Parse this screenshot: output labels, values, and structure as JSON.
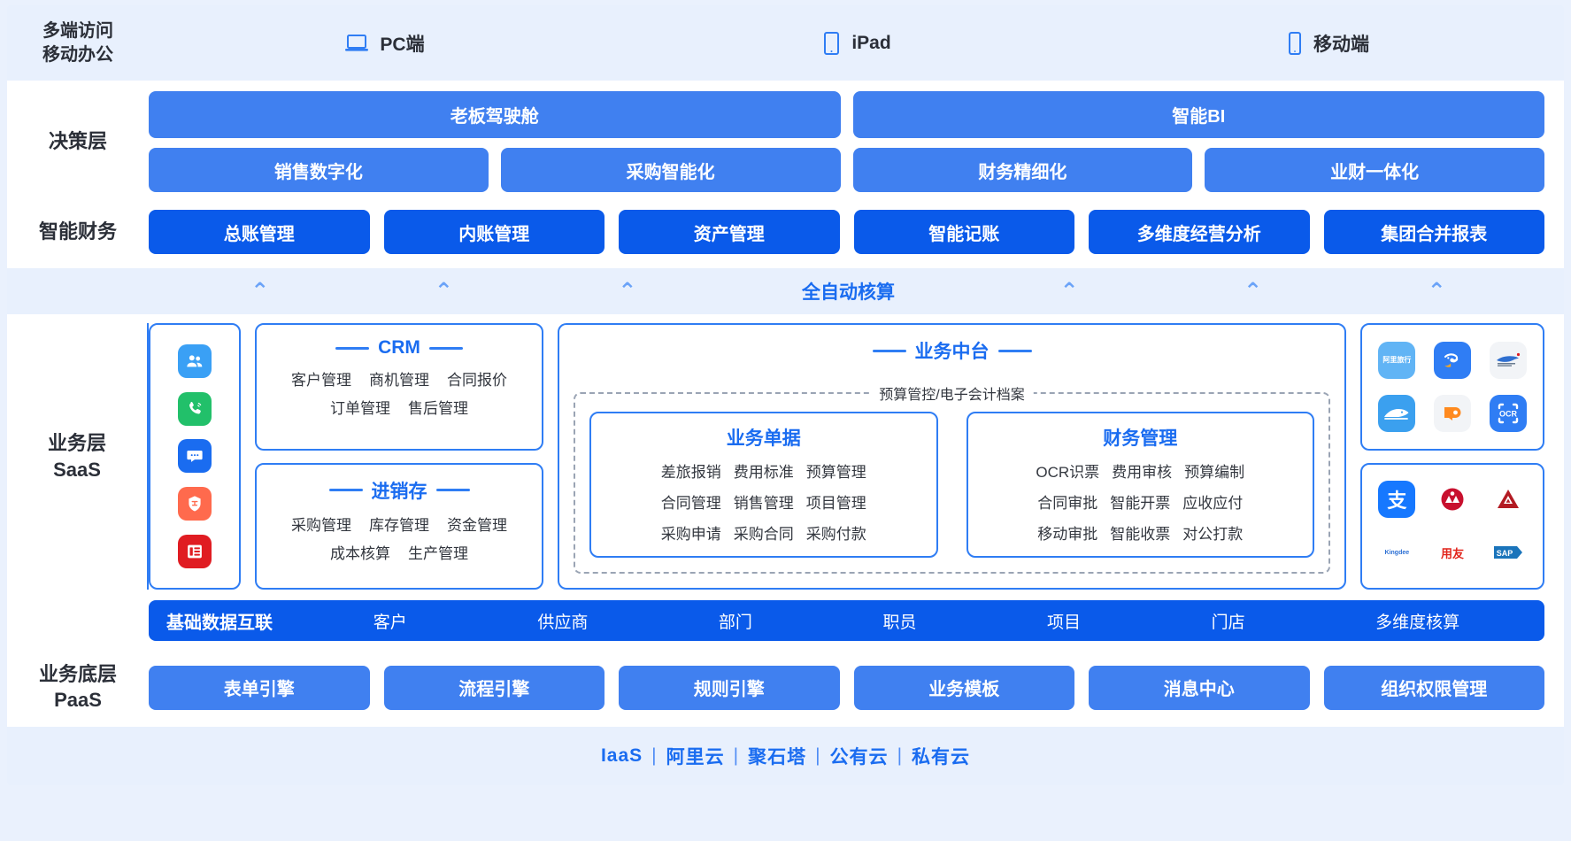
{
  "colors": {
    "accent_light": "#4080f0",
    "accent_strong": "#0a5aea",
    "panel_bg": "#e8f0fd",
    "page_bg": "#eaf1fd",
    "border_blue": "#2f7df4",
    "text_blue": "#1a6cf0"
  },
  "topbar": {
    "label_line1": "多端访问",
    "label_line2": "移动办公",
    "terminals": [
      {
        "icon": "laptop-icon",
        "label": "PC端"
      },
      {
        "icon": "tablet-icon",
        "label": "iPad"
      },
      {
        "icon": "phone-icon",
        "label": "移动端"
      }
    ]
  },
  "decision": {
    "label": "决策层",
    "top_row": [
      "老板驾驶舱",
      "智能BI"
    ],
    "sub_row": [
      "销售数字化",
      "采购智能化",
      "财务精细化",
      "业财一体化"
    ]
  },
  "finance": {
    "label": "智能财务",
    "items": [
      "总账管理",
      "内账管理",
      "资产管理",
      "智能记账",
      "多维度经营分析",
      "集团合并报表"
    ]
  },
  "auto_accounting": {
    "label": "全自动核算",
    "chevron": "⌃",
    "chevron_count_left": 3,
    "chevron_count_right": 3
  },
  "business": {
    "label_line1": "业务层",
    "label_line2": "SaaS",
    "icon_rail": [
      {
        "name": "contacts-icon",
        "color": "#3aa0f5"
      },
      {
        "name": "phone-call-icon",
        "color": "#22c06a"
      },
      {
        "name": "message-icon",
        "color": "#1a6cf0"
      },
      {
        "name": "shield-icon",
        "color": "#ff6a4d"
      },
      {
        "name": "form-list-icon",
        "color": "#e01c22"
      }
    ],
    "crm": {
      "title": "CRM",
      "rows": [
        [
          "客户管理",
          "商机管理",
          "合同报价"
        ],
        [
          "订单管理",
          "售后管理"
        ]
      ]
    },
    "jxc": {
      "title": "进销存",
      "rows": [
        [
          "采购管理",
          "库存管理",
          "资金管理"
        ],
        [
          "成本核算",
          "生产管理"
        ]
      ]
    },
    "middle_platform": {
      "title": "业务中台",
      "dashed_caption": "预算管控/电子会计档案",
      "sub_cards": [
        {
          "title": "业务单据",
          "rows": [
            [
              "差旅报销",
              "费用标准",
              "预算管理"
            ],
            [
              "合同管理",
              "销售管理",
              "项目管理"
            ],
            [
              "采购申请",
              "采购合同",
              "采购付款"
            ]
          ]
        },
        {
          "title": "财务管理",
          "rows": [
            [
              "OCR识票",
              "费用审核",
              "预算编制"
            ],
            [
              "合同审批",
              "智能开票",
              "应收应付"
            ],
            [
              "移动审批",
              "智能收票",
              "对公打款"
            ]
          ]
        }
      ]
    },
    "logo_panels": [
      {
        "name": "travel-partners",
        "lines": [
          [
            {
              "name": "alitrip-logo",
              "text": "阿里旅行",
              "bg": "#61b4f5",
              "fg": "#ffffff"
            },
            {
              "name": "feizhu-logo",
              "text": "",
              "bg": "#2f7df4",
              "fg": "#ffffff"
            },
            {
              "name": "chinaair-logo",
              "text": "",
              "bg": "#f2f4f7",
              "fg": "#2f6fd0"
            }
          ],
          [
            {
              "name": "railway-logo",
              "text": "",
              "bg": "#3ba0ef",
              "fg": "#ffffff"
            },
            {
              "name": "didi-logo",
              "text": "",
              "bg": "#f2f4f7",
              "fg": "#ff8a1f"
            },
            {
              "name": "ocr-logo",
              "text": "OCR",
              "bg": "#2f7df4",
              "fg": "#ffffff"
            }
          ]
        ]
      },
      {
        "name": "payment-erp-partners",
        "lines": [
          [
            {
              "name": "alipay-logo",
              "text": "支",
              "bg": "#1678ff",
              "fg": "#ffffff"
            },
            {
              "name": "cmb-logo",
              "text": "",
              "bg": "#ffffff",
              "fg": "#c8102e"
            },
            {
              "name": "ccb-logo",
              "text": "",
              "bg": "#ffffff",
              "fg": "#b31b23"
            }
          ],
          [
            {
              "name": "kingdee-logo",
              "text": "Kingdee",
              "bg": "#ffffff",
              "fg": "#2b6fd4"
            },
            {
              "name": "yonyou-logo",
              "text": "用友",
              "bg": "#ffffff",
              "fg": "#e1241b"
            },
            {
              "name": "sap-logo",
              "text": "SAP",
              "bg": "#ffffff",
              "fg": "#1a74bb"
            }
          ]
        ]
      }
    ]
  },
  "base_data": {
    "title": "基础数据互联",
    "items": [
      "客户",
      "供应商",
      "部门",
      "职员",
      "项目",
      "门店",
      "多维度核算"
    ]
  },
  "paas": {
    "label_line1": "业务底层",
    "label_line2": "PaaS",
    "items": [
      "表单引擎",
      "流程引擎",
      "规则引擎",
      "业务模板",
      "消息中心",
      "组织权限管理"
    ]
  },
  "iaas": {
    "items": [
      "IaaS",
      "阿里云",
      "聚石塔",
      "公有云",
      "私有云"
    ],
    "separator": "|"
  }
}
